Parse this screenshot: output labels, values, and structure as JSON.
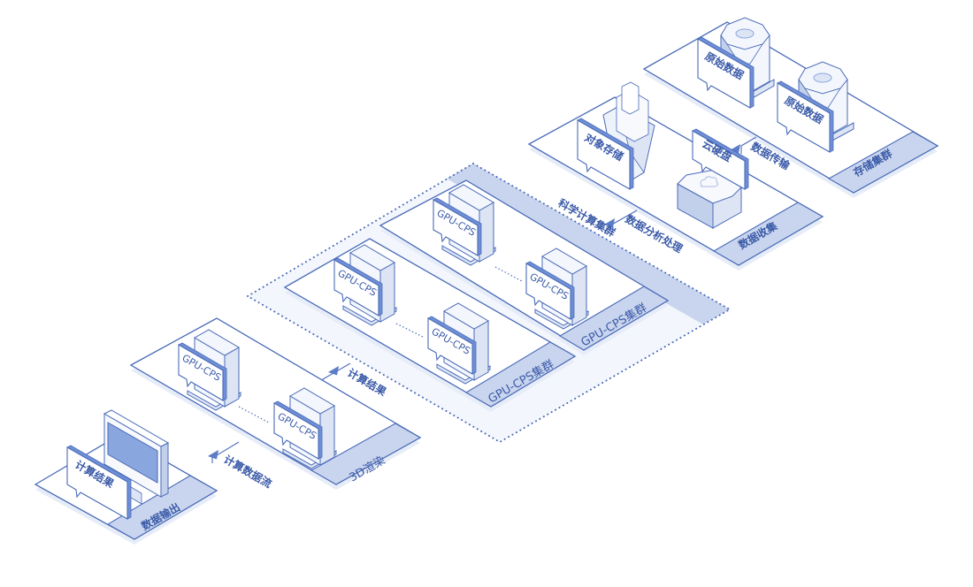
{
  "diagram": {
    "title": "GPU-CPS architecture",
    "colors": {
      "line": "#4a6bb8",
      "strip": "#c9d5ee",
      "accent": "#6f8fd6",
      "text": "#3a5aa8",
      "background": "#ffffff"
    },
    "zones": {
      "storage": {
        "label": "存储集群",
        "items": [
          {
            "label": "原始数据",
            "icon": "database-icon"
          },
          {
            "label": "原始数据",
            "icon": "database-icon"
          }
        ]
      },
      "collection": {
        "label": "数据收集",
        "items": [
          {
            "label": "对象存储",
            "icon": "object-storage-icon"
          },
          {
            "label": "云硬盘",
            "icon": "cloud-disk-icon"
          }
        ]
      },
      "scientific": {
        "label": "科学计算集群",
        "clusters": [
          {
            "label": "GPU-CPS集群",
            "servers": [
              "GPU-CPS",
              "GPU-CPS"
            ]
          },
          {
            "label": "GPU-CPS集群",
            "servers": [
              "GPU-CPS",
              "GPU-CPS"
            ]
          }
        ]
      },
      "render": {
        "label": "3D渲染",
        "servers": [
          "GPU-CPS",
          "GPU-CPS"
        ]
      },
      "output": {
        "label": "数据输出",
        "items": [
          {
            "label": "计算结果",
            "icon": "monitor-icon"
          }
        ]
      }
    },
    "flows": [
      {
        "label": "数据传输",
        "from": "存储集群",
        "to": "数据收集"
      },
      {
        "label": "数据分析处理",
        "from": "数据收集",
        "to": "科学计算集群"
      },
      {
        "label": "计算结果",
        "from": "科学计算集群",
        "to": "3D渲染"
      },
      {
        "label": "计算数据流",
        "from": "3D渲染",
        "to": "数据输出"
      }
    ]
  }
}
